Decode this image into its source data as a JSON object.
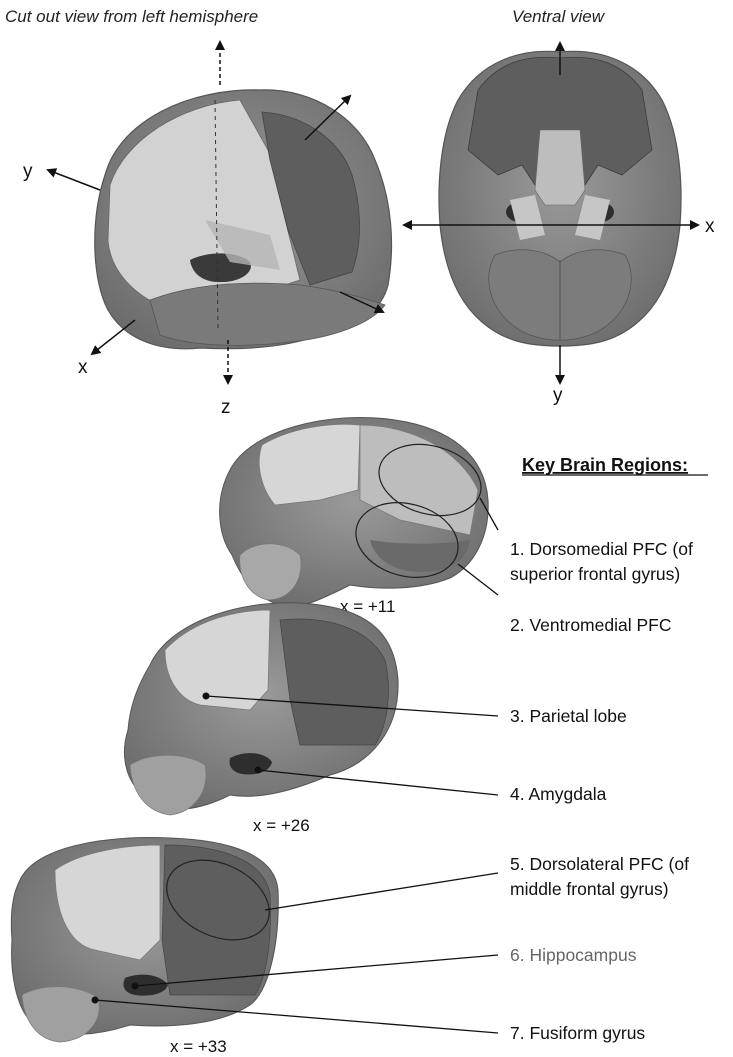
{
  "views": {
    "left_title": "Cut out view from left hemisphere",
    "right_title": "Ventral view"
  },
  "axes": {
    "left": {
      "y": "y",
      "x": "x",
      "z": "z"
    },
    "right": {
      "x": "x",
      "y": "y"
    }
  },
  "slices": [
    {
      "coord": "x = +11"
    },
    {
      "coord": "x = +26"
    },
    {
      "coord": "x = +33"
    }
  ],
  "key": {
    "heading": "Key Brain Regions:",
    "regions": [
      {
        "line1": "1. Dorsomedial PFC (of",
        "line2": "superior frontal gyrus)"
      },
      {
        "line1": "2. Ventromedial PFC"
      },
      {
        "line1": "3. Parietal lobe"
      },
      {
        "line1": "4. Amygdala"
      },
      {
        "line1": "5. Dorsolateral PFC (of",
        "line2": "middle frontal gyrus)"
      },
      {
        "line1": "6. Hippocampus"
      },
      {
        "line1": "7. Fusiform gyrus"
      }
    ]
  },
  "colors": {
    "brain_tissue": "#8f8f8f",
    "light_region": "#d6d6d6",
    "dark_region": "#5e5e5e",
    "darkest_region": "#2e2e2e",
    "label_gray": "#666666"
  }
}
